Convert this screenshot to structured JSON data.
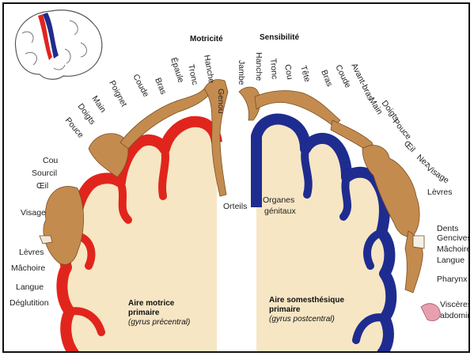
{
  "headings": {
    "motor": "Motricité",
    "sensory": "Sensibilité"
  },
  "motor_labels": [
    "Genou",
    "Hanche",
    "Tronc",
    "Épaule",
    "Bras",
    "Coude",
    "Poignet",
    "Main",
    "Doigts",
    "Pouce",
    "Cou",
    "Sourcil",
    "Œil",
    "Visage",
    "Lèvres",
    "Mâchoire",
    "Langue",
    "Déglutition"
  ],
  "sensory_labels": [
    "Jambe",
    "Hanche",
    "Tronc",
    "Cou",
    "Tête",
    "Bras",
    "Coude",
    "Avant-bras",
    "Main",
    "Doigts",
    "Pouce",
    "Œil",
    "Nez",
    "Visage",
    "Lèvres",
    "Dents",
    "Gencives",
    "Mâchoire",
    "Langue",
    "Pharynx",
    "Viscères",
    "abdominaux"
  ],
  "orteils": "Orteils",
  "organes": [
    "Organes",
    "génitaux"
  ],
  "motor_area": {
    "title_1": "Aire motrice",
    "title_2": "primaire",
    "subtitle": "(gyrus précentral)"
  },
  "sensory_area": {
    "title_1": "Aire somesthésique",
    "title_2": "primaire",
    "subtitle": "(gyrus postcentral)"
  },
  "colors": {
    "motor": "#e1251d",
    "sensory": "#1f2c8f",
    "tissue": "#f6e6c4",
    "skin": "#c48b4f"
  }
}
